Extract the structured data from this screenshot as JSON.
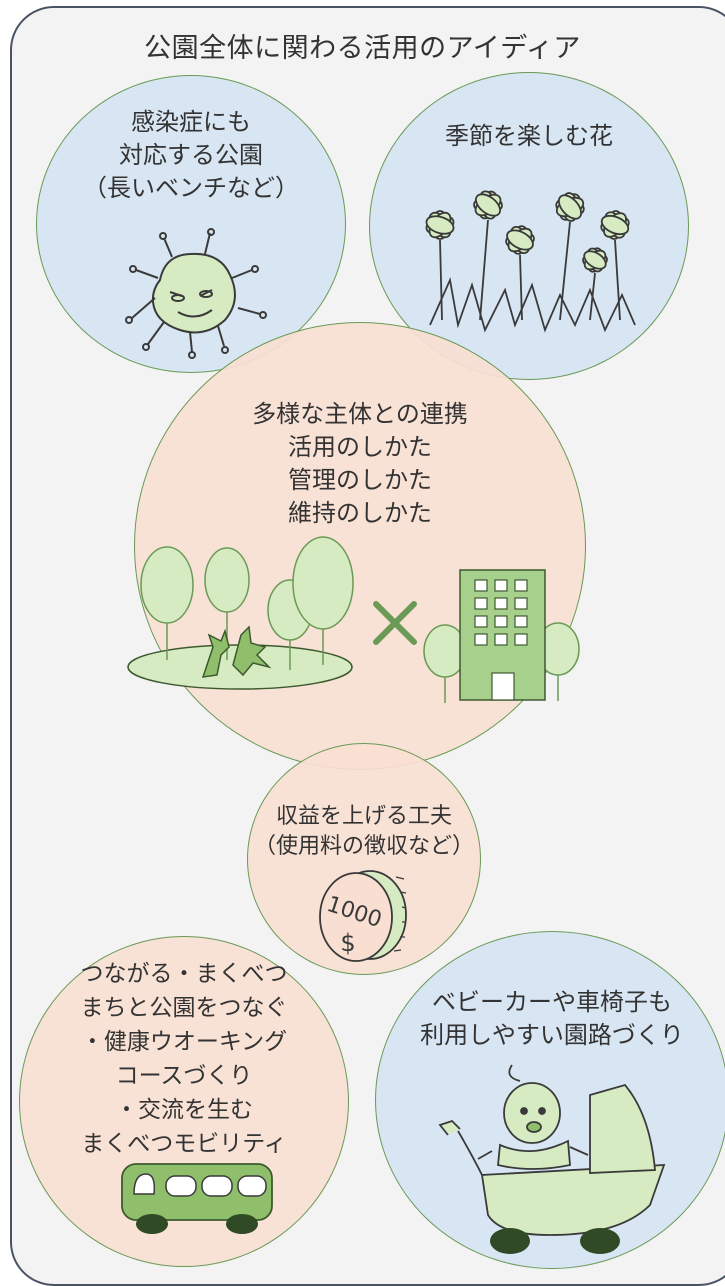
{
  "title": "公園全体に関わる活用のアイディア",
  "ideas": {
    "infection": {
      "lines": [
        "感染症にも",
        "対応する公園",
        "（長いベンチなど）"
      ]
    },
    "flowers": {
      "lines": [
        "季節を楽しむ花"
      ]
    },
    "collaboration": {
      "lines": [
        "多様な主体との連携",
        "活用のしかた",
        "管理のしかた",
        "維持のしかた"
      ]
    },
    "revenue": {
      "lines": [
        "収益を上げる工夫",
        "（使用料の徴収など）"
      ],
      "coin_text": "1000",
      "coin_symbol": "$"
    },
    "connect": {
      "lines": [
        "つながる・まくべつ",
        "まちと公園をつなぐ",
        "・健康ウオーキング",
        "コースづくり",
        "・交流を生む",
        "まくべつモビリティ"
      ]
    },
    "stroller": {
      "lines": [
        "ベビーカーや車椅子も",
        "利用しやすい園路づくり"
      ]
    }
  },
  "colors": {
    "blue_fill": "#d6e4f2",
    "pink_fill": "#f8dfd2",
    "green_stroke": "#6a9a56",
    "light_green": "#d7ebc2",
    "dark_green": "#3c5a2e",
    "frame": "#4a5363"
  }
}
